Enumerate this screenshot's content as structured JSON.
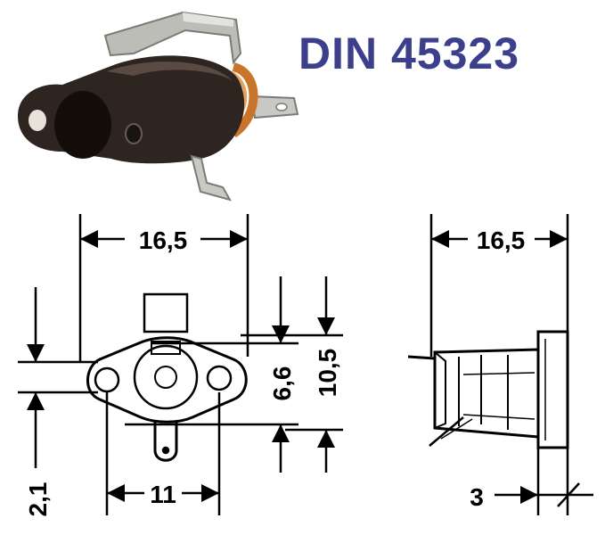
{
  "title": "DIN 45323",
  "colors": {
    "title": "#3b3f8c",
    "line": "#000000",
    "photo_body": "#2e2420",
    "photo_metal": "#b9b9b4",
    "photo_coil": "#c8742a"
  },
  "photo": {
    "icon": "dc-socket-photo-icon"
  },
  "front_view": {
    "dims": {
      "width": "16,5",
      "hole_spacing": "11",
      "height_inner": "6,6",
      "height_outer": "10,5",
      "offset": "2,1"
    }
  },
  "side_view": {
    "dims": {
      "width": "16,5",
      "flange": "3"
    }
  }
}
